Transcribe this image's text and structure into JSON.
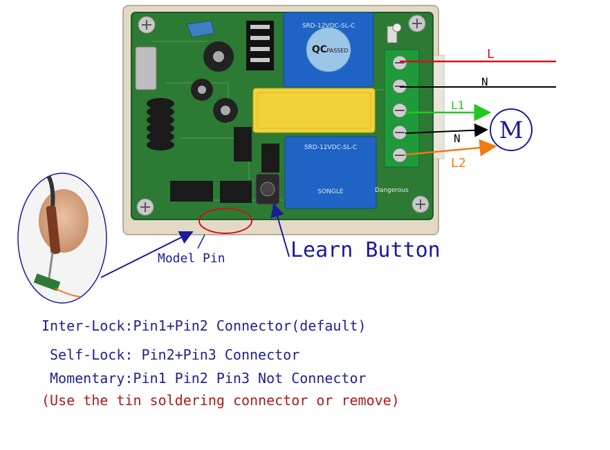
{
  "board": {
    "relay_top_label": "SRD-12VDC-SL-C",
    "relay_bottom_label": "SRD-12VDC-SL-C",
    "relay_brand": "SONGLE",
    "qc_sticker_line1": "QC",
    "qc_sticker_line2": "PASSED",
    "capacitor_label": "",
    "dangerous_label": "Dangerous"
  },
  "wires": {
    "L": "L",
    "N_top": "N",
    "L1": "L1",
    "N_bottom": "N",
    "L2": "L2"
  },
  "motor_label": "M",
  "callouts": {
    "model_pin": "Model Pin",
    "learn_button": "Learn Button"
  },
  "notes": [
    "Inter-Lock:Pin1+Pin2 Connector(default)",
    "Self-Lock: Pin2+Pin3 Connector",
    "Momentary:Pin1 Pin2 Pin3 Not Connector",
    "(Use the tin soldering connector or remove)"
  ],
  "colors": {
    "L": "#d0101a",
    "N": "#000000",
    "L1": "#22c81e",
    "L2": "#f07a14",
    "callout_blue": "#1a1a9a",
    "note_blue": "#1f1f8f",
    "note_red": "#b01818"
  }
}
